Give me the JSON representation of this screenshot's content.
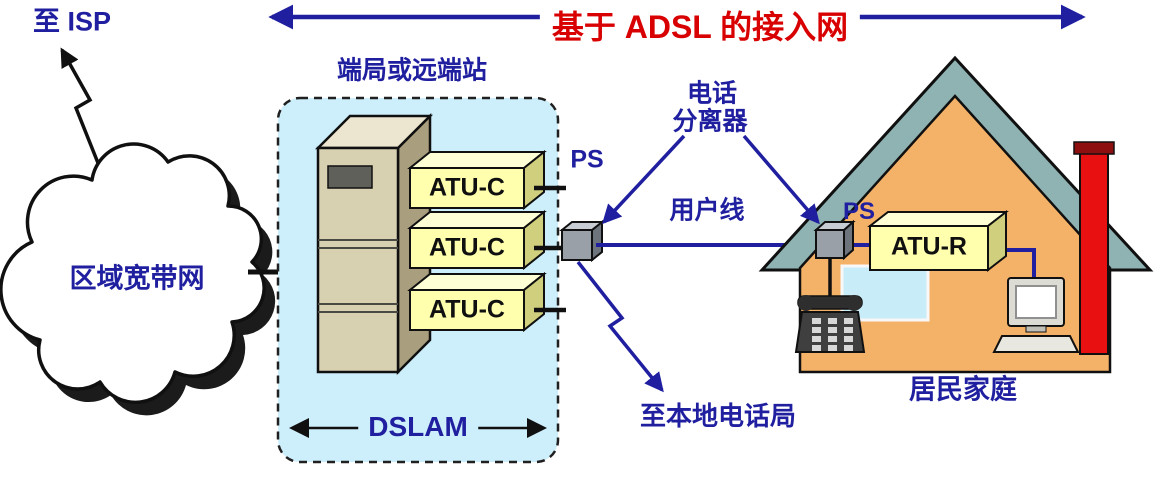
{
  "colors": {
    "arrow_blue": "#1f1fa0",
    "title_red": "#d80000",
    "office_box_fill": "#cdeefb",
    "modem_yellow": "#ffffae",
    "house_wall": "#f4b269",
    "roof_teal": "#8fb3b3",
    "chimney_red": "#e81010"
  },
  "title": "基于 ADSL 的接入网",
  "network": {
    "to_isp": "至 ISP",
    "regional_broadband": "区域宽带网"
  },
  "central_office": {
    "caption": "端局或远端站",
    "dslam": "DSLAM",
    "cards": [
      "ATU-C",
      "ATU-C",
      "ATU-C"
    ],
    "splitter_ps": "PS"
  },
  "middle": {
    "splitter_caption_line1": "电话",
    "splitter_caption_line2": "分离器",
    "subscriber_line": "用户线",
    "to_local_office": "至本地电话局"
  },
  "home": {
    "caption": "居民家庭",
    "splitter_ps": "PS",
    "modem": "ATU-R"
  }
}
